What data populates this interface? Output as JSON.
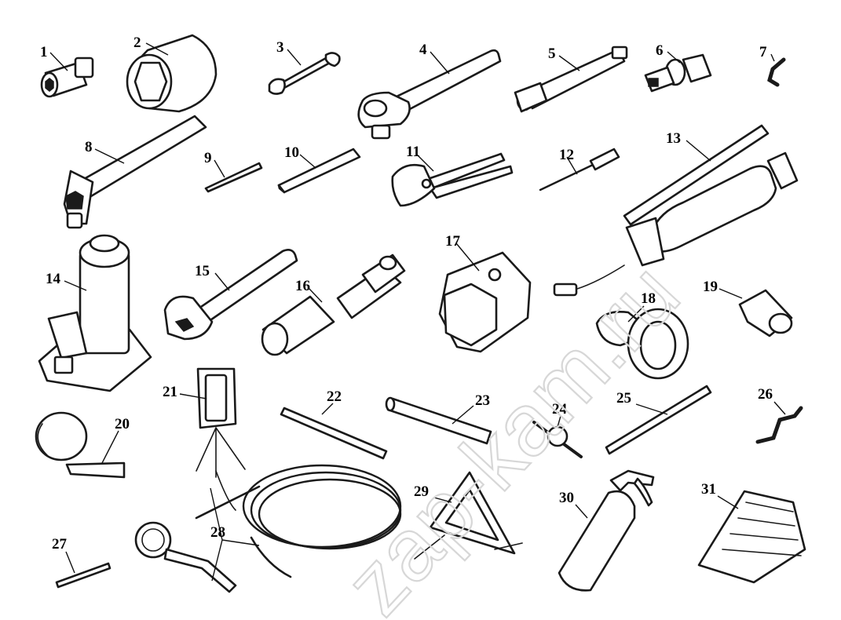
{
  "watermark": "zap-kam.ru",
  "callouts": [
    "1",
    "2",
    "3",
    "4",
    "5",
    "6",
    "7",
    "8",
    "9",
    "10",
    "11",
    "12",
    "13",
    "14",
    "15",
    "16",
    "17",
    "18",
    "19",
    "20",
    "21",
    "22",
    "23",
    "24",
    "25",
    "26",
    "27",
    "28",
    "29",
    "30",
    "31"
  ]
}
